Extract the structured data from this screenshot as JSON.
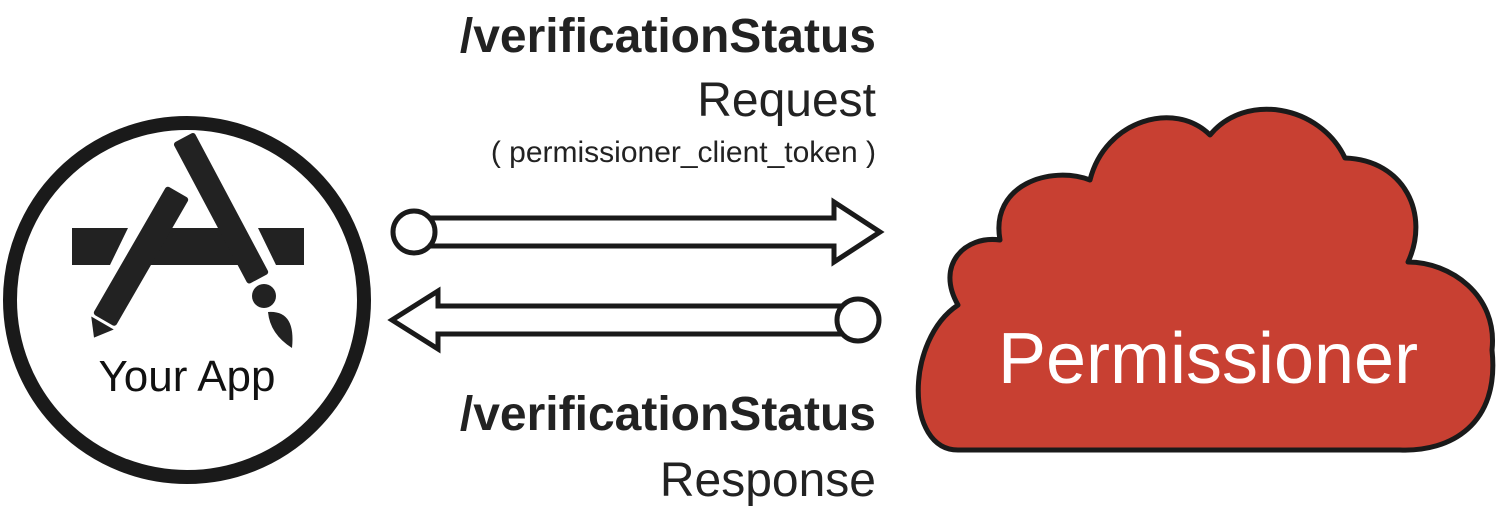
{
  "request": {
    "endpoint": "/verificationStatus",
    "kind": "Request",
    "param": "( permissioner_client_token )"
  },
  "response": {
    "endpoint": "/verificationStatus",
    "kind": "Response"
  },
  "app": {
    "label": "Your App",
    "icon": "app-store-icon"
  },
  "service": {
    "label": "Permissioner",
    "icon": "cloud-icon"
  },
  "colors": {
    "cloud_fill": "#C84032",
    "stroke": "#1a1a1a",
    "text": "#222222"
  }
}
